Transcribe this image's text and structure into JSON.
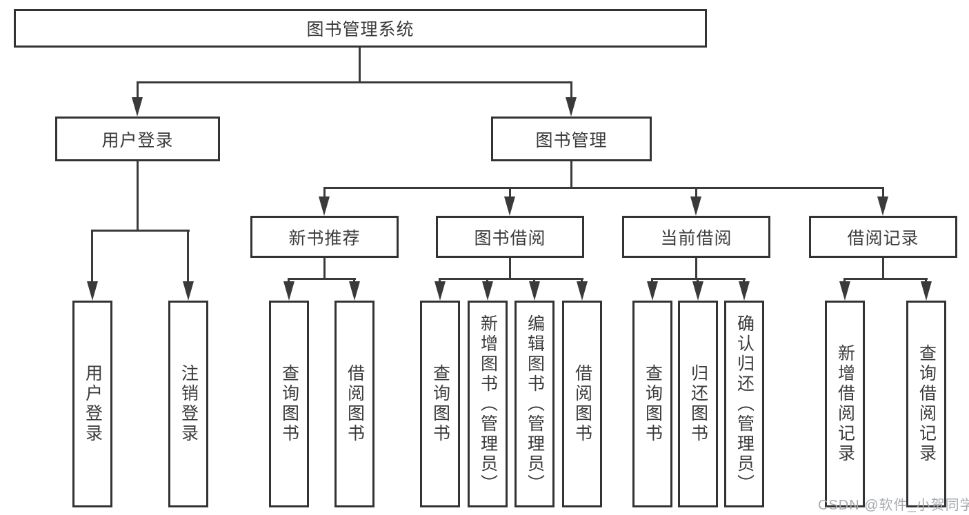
{
  "nodes": {
    "root": {
      "label": "图书管理系统"
    },
    "l2": [
      {
        "label": "用户登录"
      },
      {
        "label": "图书管理"
      }
    ],
    "l3": [
      {
        "label": "新书推荐"
      },
      {
        "label": "图书借阅"
      },
      {
        "label": "当前借阅"
      },
      {
        "label": "借阅记录"
      }
    ],
    "l4": [
      {
        "label": "用户登录"
      },
      {
        "label": "注销登录"
      },
      {
        "label": "查询图书"
      },
      {
        "label": "借阅图书"
      },
      {
        "label": "查询图书"
      },
      {
        "label": "新增图书（管理员）"
      },
      {
        "label": "编辑图书（管理员）"
      },
      {
        "label": "借阅图书"
      },
      {
        "label": "查询图书"
      },
      {
        "label": "归还图书"
      },
      {
        "label": "确认归还（管理员）"
      },
      {
        "label": "新增借阅记录"
      },
      {
        "label": "查询借阅记录"
      }
    ]
  },
  "edges": [
    {
      "from": "图书管理系统",
      "to": [
        "用户登录",
        "图书管理"
      ]
    },
    {
      "from": "用户登录",
      "to": [
        "用户登录",
        "注销登录"
      ]
    },
    {
      "from": "图书管理",
      "to": [
        "新书推荐",
        "图书借阅",
        "当前借阅",
        "借阅记录"
      ]
    },
    {
      "from": "新书推荐",
      "to": [
        "查询图书",
        "借阅图书"
      ]
    },
    {
      "from": "图书借阅",
      "to": [
        "查询图书",
        "新增图书（管理员）",
        "编辑图书（管理员）",
        "借阅图书"
      ]
    },
    {
      "from": "当前借阅",
      "to": [
        "查询图书",
        "归还图书",
        "确认归还（管理员）"
      ]
    },
    {
      "from": "借阅记录",
      "to": [
        "新增借阅记录",
        "查询借阅记录"
      ]
    }
  ],
  "watermark": {
    "text": "CSDN @软件_小贺同学"
  },
  "colors": {
    "line": "#3a3a3a",
    "box_border": "#333333",
    "text": "#3b3b3b",
    "background": "#ffffff",
    "watermark": "#a7aaae"
  }
}
